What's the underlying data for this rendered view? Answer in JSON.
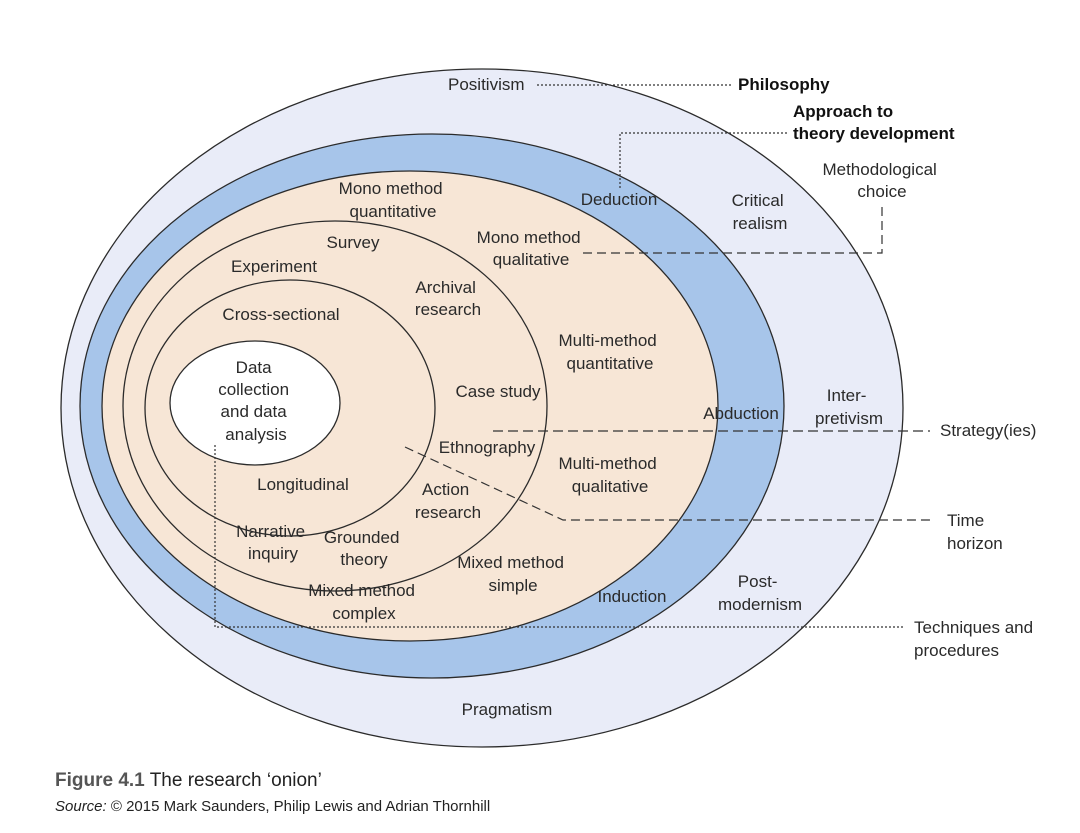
{
  "colors": {
    "outer_ring": "#e9ecf8",
    "blue_ring": "#a7c5ea",
    "peach": "#f7e6d6",
    "core": "#ffffff",
    "stroke": "#2b2b2b"
  },
  "layers": {
    "philosophy": "Philosophy",
    "approach": [
      "Approach to",
      "theory development"
    ],
    "methodological": [
      "Methodological",
      "choice"
    ],
    "strategy": "Strategy(ies)",
    "time_horizon": [
      "Time",
      "horizon"
    ],
    "techniques": [
      "Techniques and",
      "procedures"
    ]
  },
  "philosophies": {
    "positivism": "Positivism",
    "critical_realism": [
      "Critical",
      "realism"
    ],
    "interpretivism": [
      "Inter-",
      "pretivism"
    ],
    "postmodernism": [
      "Post-",
      "modernism"
    ],
    "pragmatism": "Pragmatism"
  },
  "approaches": {
    "deduction": "Deduction",
    "abduction": "Abduction",
    "induction": "Induction"
  },
  "choices": {
    "mono_quant": [
      "Mono method",
      "quantitative"
    ],
    "mono_qual": [
      "Mono method",
      "qualitative"
    ],
    "multi_quant": [
      "Multi-method",
      "quantitative"
    ],
    "multi_qual": [
      "Multi-method",
      "qualitative"
    ],
    "mixed_simple": [
      "Mixed method",
      "simple"
    ],
    "mixed_complex": [
      "Mixed method",
      "complex"
    ]
  },
  "strategies": {
    "survey": "Survey",
    "experiment": "Experiment",
    "archival": [
      "Archival",
      "research"
    ],
    "case_study": "Case study",
    "ethnography": "Ethnography",
    "action": [
      "Action",
      "research"
    ],
    "grounded": [
      "Grounded",
      "theory"
    ],
    "narrative": [
      "Narrative",
      "inquiry"
    ]
  },
  "time": {
    "cross": "Cross-sectional",
    "longitudinal": "Longitudinal"
  },
  "core": [
    "Data",
    "collection",
    "and data",
    "analysis"
  ],
  "caption": {
    "figure_num": "Figure 4.1",
    "title": "The research ‘onion’",
    "source_label": "Source:",
    "source_text": "© 2015 Mark Saunders, Philip Lewis and Adrian Thornhill"
  }
}
